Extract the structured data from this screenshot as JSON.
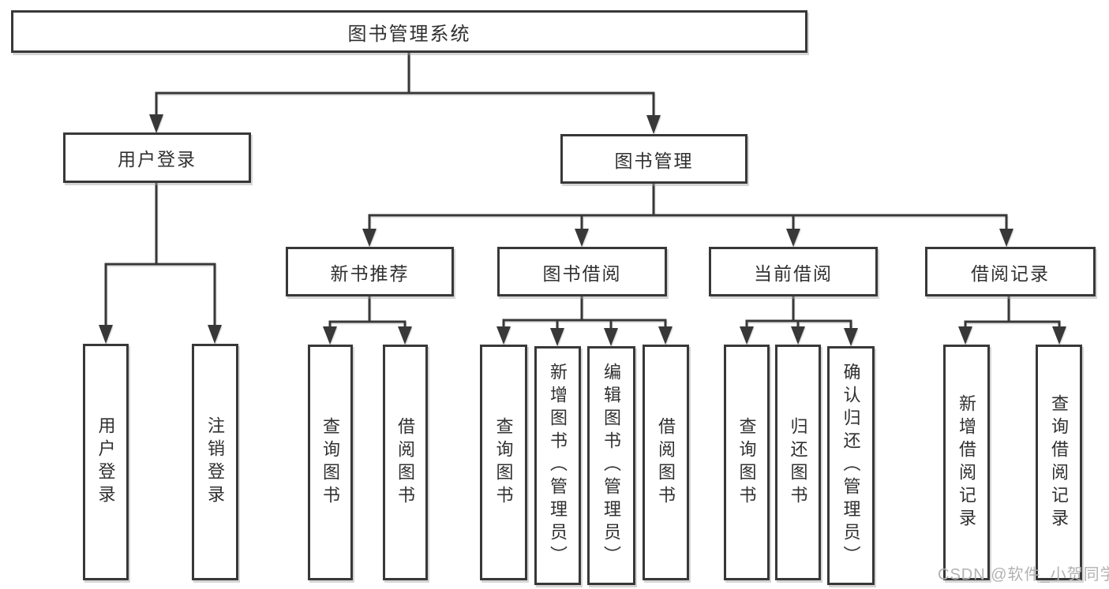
{
  "diagram": {
    "root": {
      "id": "root",
      "label": "图书管理系统"
    },
    "level2": [
      {
        "id": "login",
        "label": "用户登录"
      },
      {
        "id": "mgmt",
        "label": "图书管理"
      }
    ],
    "level3": [
      {
        "id": "recommend",
        "label": "新书推荐"
      },
      {
        "id": "borrow",
        "label": "图书借阅"
      },
      {
        "id": "current",
        "label": "当前借阅"
      },
      {
        "id": "records",
        "label": "借阅记录"
      }
    ],
    "leaves": [
      {
        "id": "user-login",
        "label": "用户登录"
      },
      {
        "id": "logout",
        "label": "注销登录"
      },
      {
        "id": "rec-query",
        "label": "查询图书"
      },
      {
        "id": "rec-borrow",
        "label": "借阅图书"
      },
      {
        "id": "borrow-query",
        "label": "查询图书"
      },
      {
        "id": "borrow-add",
        "label": "新增图书（管理员）"
      },
      {
        "id": "borrow-edit",
        "label": "编辑图书（管理员）"
      },
      {
        "id": "borrow-lend",
        "label": "借阅图书"
      },
      {
        "id": "cur-query",
        "label": "查询图书"
      },
      {
        "id": "cur-return",
        "label": "归还图书"
      },
      {
        "id": "cur-confirm",
        "label": "确认归还（管理员）"
      },
      {
        "id": "add-record",
        "label": "新增借阅记录"
      },
      {
        "id": "query-record",
        "label": "查询借阅记录"
      }
    ],
    "edges": [
      [
        "root",
        "login"
      ],
      [
        "root",
        "mgmt"
      ],
      [
        "login",
        "user-login"
      ],
      [
        "login",
        "logout"
      ],
      [
        "mgmt",
        "recommend"
      ],
      [
        "mgmt",
        "borrow"
      ],
      [
        "mgmt",
        "current"
      ],
      [
        "mgmt",
        "records"
      ],
      [
        "recommend",
        "rec-query"
      ],
      [
        "recommend",
        "rec-borrow"
      ],
      [
        "borrow",
        "borrow-query"
      ],
      [
        "borrow",
        "borrow-add"
      ],
      [
        "borrow",
        "borrow-edit"
      ],
      [
        "borrow",
        "borrow-lend"
      ],
      [
        "current",
        "cur-query"
      ],
      [
        "current",
        "cur-return"
      ],
      [
        "current",
        "cur-confirm"
      ],
      [
        "records",
        "add-record"
      ],
      [
        "records",
        "query-record"
      ]
    ]
  },
  "watermark": {
    "text": "CSDN @软件_小贺同学"
  },
  "colors": {
    "line": "#383838",
    "box_border": "#383838",
    "text": "#303030",
    "watermark": "#b2b2b2",
    "background": "#ffffff"
  }
}
